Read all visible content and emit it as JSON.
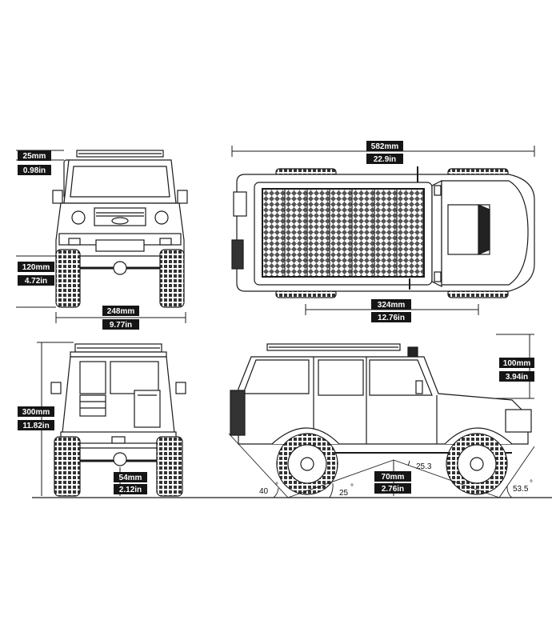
{
  "dimensions": {
    "roof_height": {
      "mm": "25mm",
      "in": "0.98in"
    },
    "ground_clearance": {
      "mm": "120mm",
      "in": "4.72in"
    },
    "width": {
      "mm": "248mm",
      "in": "9.77in"
    },
    "length": {
      "mm": "582mm",
      "in": "22.9in"
    },
    "wheelbase": {
      "mm": "324mm",
      "in": "12.76in"
    },
    "height": {
      "mm": "300mm",
      "in": "11.82in"
    },
    "axle_clearance": {
      "mm": "54mm",
      "in": "2.12in"
    },
    "breakover_clearance": {
      "mm": "70mm",
      "in": "2.76in"
    },
    "rack_height": {
      "mm": "100mm",
      "in": "3.94in"
    }
  },
  "angles": {
    "approach": "40",
    "departure": "53.5",
    "breakover_left": "25",
    "breakover_right": "25.3"
  },
  "views": [
    "front-view",
    "top-view",
    "rear-view",
    "side-view"
  ],
  "colors": {
    "line": "#1a1a1a",
    "label_bg": "#151515",
    "label_text": "#ffffff",
    "paper": "#ffffff"
  }
}
